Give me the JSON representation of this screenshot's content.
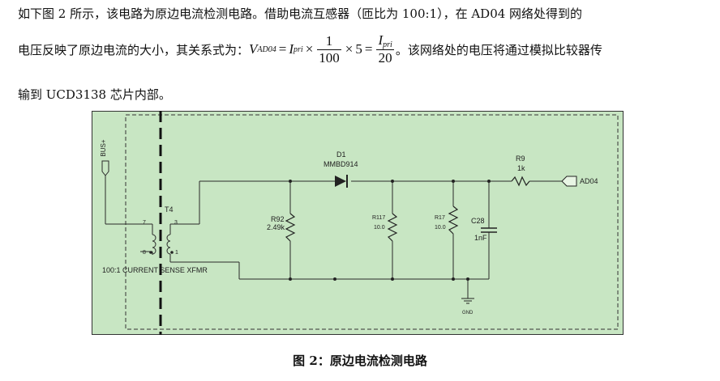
{
  "paragraph": {
    "line1": "如下图 2 所示，该电路为原边电流检测电路。借助电流互感器（匝比为 100:1），在 AD04 网络处得到的",
    "line2_prefix": "电压反映了原边电流的大小，其关系式为：",
    "line2_suffix": "。该网络处的电压将通过模拟比较器传",
    "line3": "输到 UCD3138 芯片内部。"
  },
  "formula": {
    "lhs_var": "V",
    "lhs_sub": "AD04",
    "eq": "=",
    "i_var": "I",
    "i_sub": "pri",
    "times": "×",
    "frac1_num": "1",
    "frac1_den": "100",
    "factor": "5",
    "frac2_num_var": "I",
    "frac2_num_sub": "pri",
    "frac2_den": "20"
  },
  "schematic": {
    "bus_label": "BUS+",
    "t4_label": "T4",
    "pin7": "7",
    "pin3": "3",
    "pin8": "8",
    "pin1": "1",
    "xfmr_label": "100:1 CURRENT SENSE XFMR",
    "d1_ref": "D1",
    "d1_part": "MMBD914",
    "r92_ref": "R92",
    "r92_val": "2.49k",
    "r117_ref": "R117",
    "r117_val": "10.0",
    "r17_ref": "R17",
    "r17_val": "10.0",
    "c28_ref": "C28",
    "c28_val": "1nF",
    "r9_ref": "R9",
    "r9_val": "1k",
    "ad04_label": "AD04",
    "gnd_label": "GND",
    "colors": {
      "panel": "#c8e6c3",
      "border": "#333333",
      "wire": "#2a2a2a"
    }
  },
  "caption": "图 2：原边电流检测电路"
}
